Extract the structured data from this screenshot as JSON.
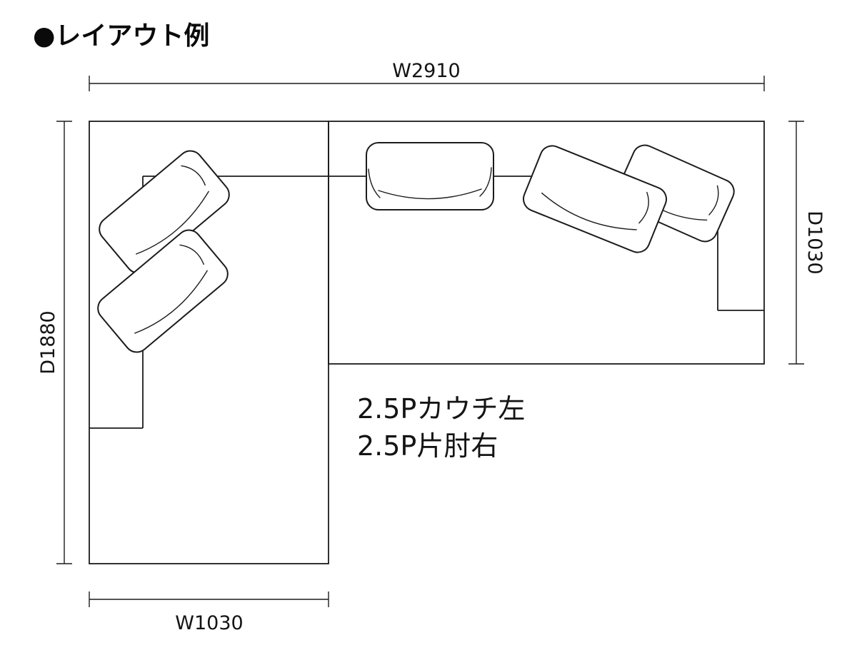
{
  "title": "●レイアウト例",
  "dimensions": {
    "top_width": "W2910",
    "left_depth": "D1880",
    "right_depth": "D1030",
    "bottom_width": "W1030"
  },
  "annotations": {
    "line1": "2.5Pカウチ左",
    "line2": "2.5P片肘右"
  },
  "colors": {
    "line": "#1b1b1b",
    "background": "#ffffff"
  }
}
